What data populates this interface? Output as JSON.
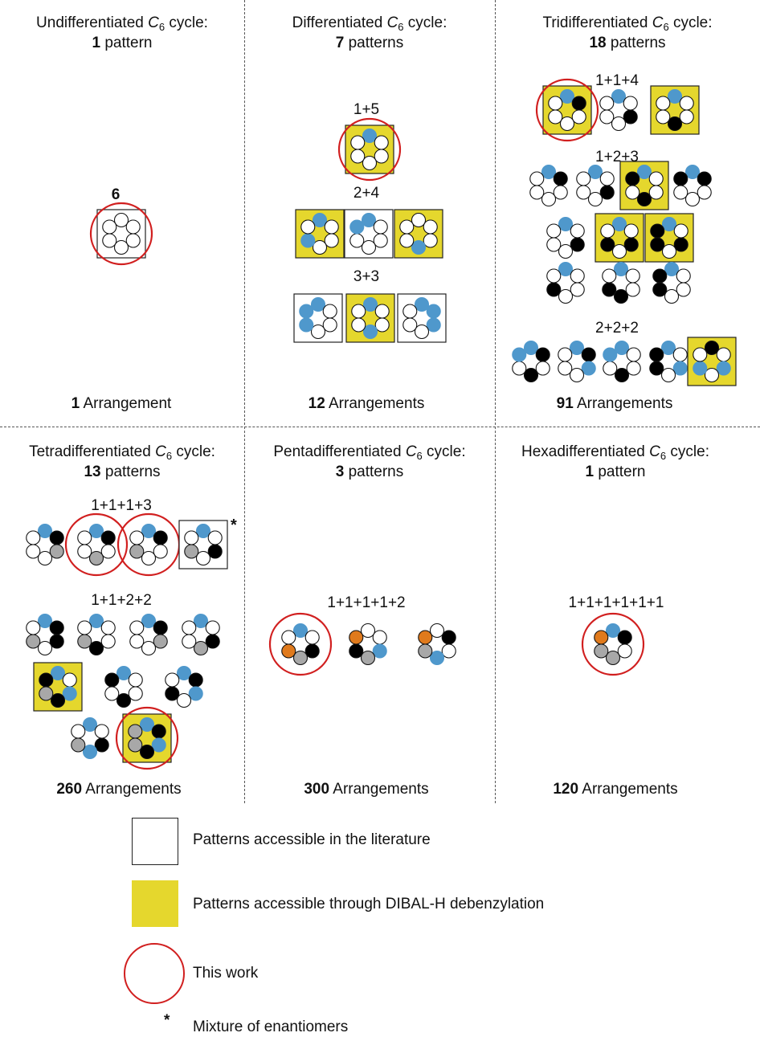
{
  "colors": {
    "blue": "#4f98cc",
    "black": "#000000",
    "white": "#ffffff",
    "gray": "#a8a8a8",
    "orange": "#e07a1c",
    "green": "#6f9a3a",
    "yellow": "#e5d72d",
    "red": "#d11f1f"
  },
  "panels": {
    "undiff": {
      "title_pre": "Undifferentiated ",
      "title_c": "C",
      "title_sub": "6",
      "title_post": " cycle:",
      "count_bold": "1",
      "count_rest": " pattern",
      "groups": [
        "6"
      ],
      "arr_bold": "1",
      "arr_rest": " Arrangement"
    },
    "diff": {
      "title_pre": "Differentiated ",
      "title_c": "C",
      "title_sub": "6",
      "title_post": " cycle:",
      "count_bold": "7",
      "count_rest": " patterns",
      "groups": [
        "1+5",
        "2+4",
        "3+3"
      ],
      "arr_bold": "12",
      "arr_rest": " Arrangements"
    },
    "tri": {
      "title_pre": "Tridifferentiated ",
      "title_c": "C",
      "title_sub": "6",
      "title_post": " cycle:",
      "count_bold": "18",
      "count_rest": " patterns",
      "groups": [
        "1+1+4",
        "1+2+3",
        "2+2+2"
      ],
      "arr_bold": "91",
      "arr_rest": "  Arrangements"
    },
    "tetra": {
      "title_pre": "Tetradifferentiated ",
      "title_c": "C",
      "title_sub": "6",
      "title_post": " cycle:",
      "count_bold": "13",
      "count_rest": " patterns",
      "groups": [
        "1+1+1+3",
        "1+1+2+2"
      ],
      "star": "*",
      "arr_bold": "260",
      "arr_rest": " Arrangements"
    },
    "penta": {
      "title_pre": "Pentadifferentiated ",
      "title_c": "C",
      "title_sub": "6",
      "title_post": " cycle:",
      "count_bold": "3",
      "count_rest": " patterns",
      "groups": [
        "1+1+1+1+2"
      ],
      "arr_bold": "300",
      "arr_rest": " Arrangements"
    },
    "hexa": {
      "title_pre": "Hexadifferentiated ",
      "title_c": "C",
      "title_sub": "6",
      "title_post": " cycle:",
      "count_bold": "1",
      "count_rest": " pattern",
      "groups": [
        "1+1+1+1+1+1"
      ],
      "arr_bold": "120",
      "arr_rest": " Arrangements"
    }
  },
  "legend": {
    "literature": "Patterns accessible in the literature",
    "dibal": "Patterns accessible through DIBAL-H debenzylation",
    "this_work": "This work",
    "star_symbol": "*",
    "enantiomers": "Mixture of enantiomers"
  },
  "rings": [
    {
      "p": "undiff",
      "c": "WWWWWW",
      "bg": "white",
      "circle": true
    },
    {
      "p": "diff",
      "c": "BWWWWW",
      "bg": "yellow",
      "circle": true
    },
    {
      "p": "diff",
      "c": "BWWWBW",
      "bg": "yellow"
    },
    {
      "p": "diff",
      "c": "BWWWWB",
      "bg": "white"
    },
    {
      "p": "diff",
      "c": "WWWBWW",
      "bg": "yellow"
    },
    {
      "p": "diff",
      "c": "BWWWBB",
      "bg": "white"
    },
    {
      "p": "diff",
      "c": "BWWBWW",
      "bg": "yellow"
    },
    {
      "p": "diff",
      "c": "BBBWWW",
      "bg": "white"
    },
    {
      "p": "tri",
      "c": "BKWWWW",
      "bg": "yellow",
      "circle": true
    },
    {
      "p": "tri",
      "c": "BWKWWW",
      "bg": "none"
    },
    {
      "p": "tri",
      "c": "BWWKWW",
      "bg": "yellow"
    },
    {
      "p": "tri",
      "c": "BKWWWW",
      "bg": "none"
    },
    {
      "p": "tri",
      "c": "BWKWWW",
      "bg": "none"
    },
    {
      "p": "tri",
      "c": "BWWKWK",
      "bg": "yellow"
    },
    {
      "p": "tri",
      "c": "BKWWWK",
      "bg": "none"
    },
    {
      "p": "tri",
      "c": "BWKWWW",
      "bg": "none"
    },
    {
      "p": "tri",
      "c": "BWKWKW",
      "bg": "yellow"
    },
    {
      "p": "tri",
      "c": "BWKWKK",
      "bg": "yellow"
    },
    {
      "p": "tri",
      "c": "BWWWKW",
      "bg": "none"
    },
    {
      "p": "tri",
      "c": "BWWKKW",
      "bg": "none"
    },
    {
      "p": "tri",
      "c": "BWWWKK",
      "bg": "none"
    },
    {
      "p": "tri",
      "c": "BKWKWB",
      "bg": "none"
    },
    {
      "p": "tri",
      "c": "BKBWWW",
      "bg": "none"
    },
    {
      "p": "tri",
      "c": "BWWKWB",
      "bg": "none"
    },
    {
      "p": "tri",
      "c": "BWBWKK",
      "bg": "none"
    },
    {
      "p": "tri",
      "c": "KWBWBW",
      "bg": "yellow"
    },
    {
      "p": "tetra",
      "c": "BKGWWW",
      "bg": "none"
    },
    {
      "p": "tetra",
      "c": "BKWGWW",
      "bg": "none",
      "circle": true
    },
    {
      "p": "tetra",
      "c": "BKWWGW",
      "bg": "none",
      "circle": true
    },
    {
      "p": "tetra",
      "c": "BWKWGW",
      "bg": "white",
      "star": true
    },
    {
      "p": "tetra",
      "c": "BKKWGW",
      "bg": "none"
    },
    {
      "p": "tetra",
      "c": "BWWKGW",
      "bg": "none"
    },
    {
      "p": "tetra",
      "c": "BKGWWW",
      "bg": "none"
    },
    {
      "p": "tetra",
      "c": "BWKGWW",
      "bg": "none"
    },
    {
      "p": "tetra",
      "c": "BWBKGK",
      "bg": "yellow"
    },
    {
      "p": "tetra",
      "c": "BWWKWK",
      "bg": "none"
    },
    {
      "p": "tetra",
      "c": "BKBWKW",
      "bg": "none"
    },
    {
      "p": "tetra",
      "c": "BWKBGW",
      "bg": "none"
    },
    {
      "p": "tetra",
      "c": "BKBKGG",
      "bg": "yellow",
      "circle": true
    },
    {
      "p": "penta",
      "c": "BWKGOW",
      "bg": "none",
      "circle": true
    },
    {
      "p": "penta",
      "c": "WWBGKO",
      "bg": "none"
    },
    {
      "p": "penta",
      "c": "WKWBGO",
      "bg": "none"
    },
    {
      "p": "hexa",
      "c": "BKWGGO",
      "bg": "none",
      "circle": true
    }
  ]
}
